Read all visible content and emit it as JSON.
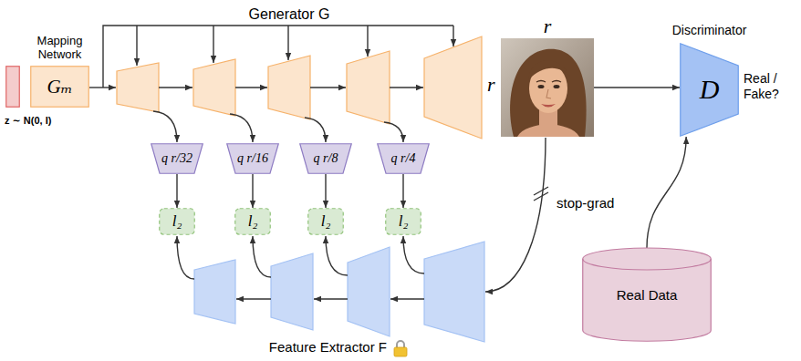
{
  "diagram": {
    "nodes": [
      {
        "text": [
          "z ∼ N(0, I)"
        ]
      },
      {
        "text": [
          "Mapping Network",
          "Gₘ"
        ]
      },
      {
        "text": [
          "q r/32"
        ]
      },
      {
        "text": [
          "q r/16"
        ]
      },
      {
        "text": [
          "q r/8"
        ]
      },
      {
        "text": [
          "q r/4"
        ]
      },
      {
        "text": [
          "l₂"
        ]
      },
      {
        "text": [
          "l₂"
        ]
      },
      {
        "text": [
          "l₂"
        ]
      },
      {
        "text": [
          "l₂"
        ]
      },
      {
        "text": [
          "r"
        ]
      },
      {
        "text": [
          "Discriminator",
          "D"
        ]
      },
      {
        "text": [
          "Real Data"
        ]
      }
    ],
    "edges": [
      {
        "from": 2,
        "to": 6,
        "arrow": "to"
      },
      {
        "from": 3,
        "to": 7,
        "arrow": "to"
      },
      {
        "from": 4,
        "to": 8,
        "arrow": "to"
      },
      {
        "from": 5,
        "to": 9,
        "arrow": "to"
      },
      {
        "from": 10,
        "to": 11,
        "arrow": "to"
      },
      {
        "from": 12,
        "to": 11,
        "arrow": "to"
      }
    ],
    "labels": [
      "Generator G",
      "r",
      "Real / Fake?",
      "stop-grad",
      "Feature Extractor F"
    ]
  }
}
